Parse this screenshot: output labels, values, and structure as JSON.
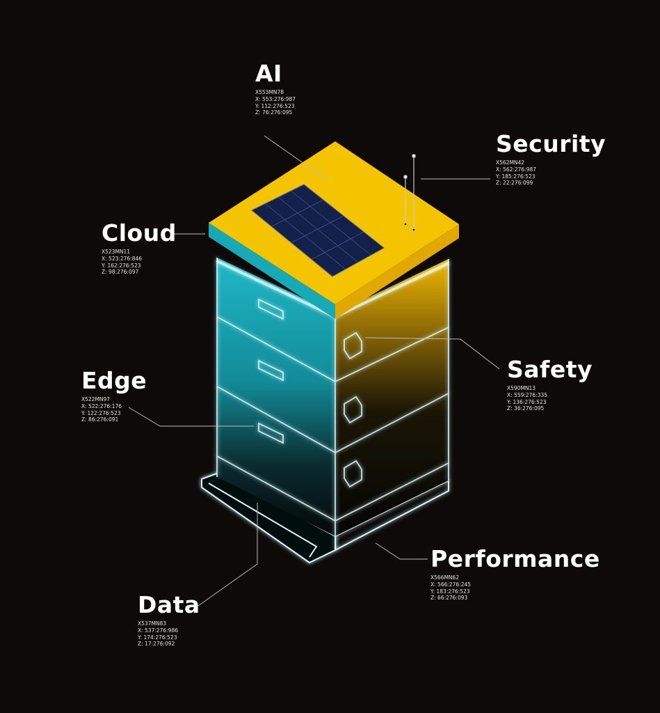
{
  "colors": {
    "background": "#0d0a09",
    "yellow": "#f5c400",
    "teal": "#1fb5c4",
    "glow": "#bff6ff"
  },
  "labels": [
    {
      "id": "ai",
      "title": "AI",
      "code": "X553MN78",
      "x": "X: 553:276:987",
      "y": "Y: 112:276:523",
      "z": "Z: 76:276:095"
    },
    {
      "id": "security",
      "title": "Security",
      "code": "X562MN42",
      "x": "X: 562:276:987",
      "y": "Y: 185:276:523",
      "z": "Z: 22:276:099"
    },
    {
      "id": "cloud",
      "title": "Cloud",
      "code": "X523MN11",
      "x": "X: 523:276:846",
      "y": "Y: 162:276:523",
      "z": "Z: 98:276:097"
    },
    {
      "id": "edge",
      "title": "Edge",
      "code": "X522MN97",
      "x": "X: 522:276:176",
      "y": "Y: 122:276:523",
      "z": "Z: 86:276:091"
    },
    {
      "id": "safety",
      "title": "Safety",
      "code": "X590MN13",
      "x": "X: 559:276:335",
      "y": "Y: 136:276:523",
      "z": "Z: 36:276:095"
    },
    {
      "id": "performance",
      "title": "Performance",
      "code": "X566MN62",
      "x": "X: 566:276:245",
      "y": "Y: 183:276:523",
      "z": "Z: 66:276:093"
    },
    {
      "id": "data",
      "title": "Data",
      "code": "X537MN83",
      "x": "X: 537:276:986",
      "y": "Y: 174:276:523",
      "z": "Z: 17:276:092"
    }
  ]
}
